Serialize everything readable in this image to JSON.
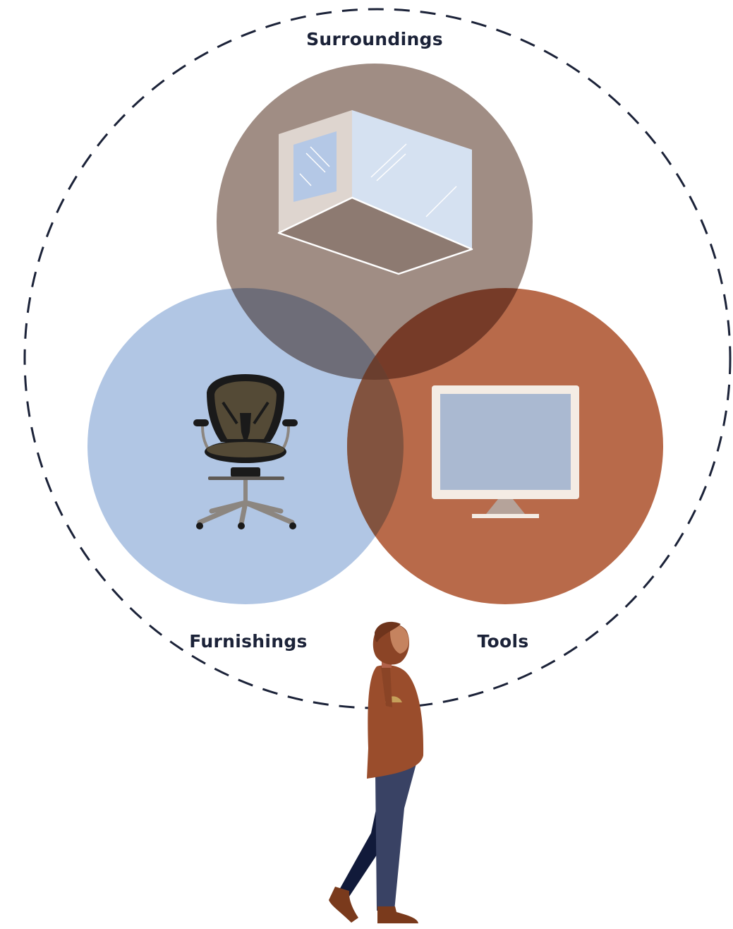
{
  "diagram": {
    "labels": {
      "surroundings": "Surroundings",
      "furnishings": "Furnishings",
      "tools": "Tools"
    }
  },
  "colors": {
    "surroundings_circle": "#a08d84",
    "furnishings_circle": "#b1c6e4",
    "tools_circle": "#b86a4a",
    "overlap_surroundings_furnishings": "#6e6d78",
    "overlap_surroundings_tools": "#763b28",
    "overlap_furnishings_tools": "#82533f",
    "dashed_boundary": "#1b2238",
    "label_text": "#1b2238"
  },
  "icons": {
    "surroundings": "room-icon",
    "furnishings": "office-chair-icon",
    "tools": "monitor-icon",
    "figure": "walking-person"
  }
}
